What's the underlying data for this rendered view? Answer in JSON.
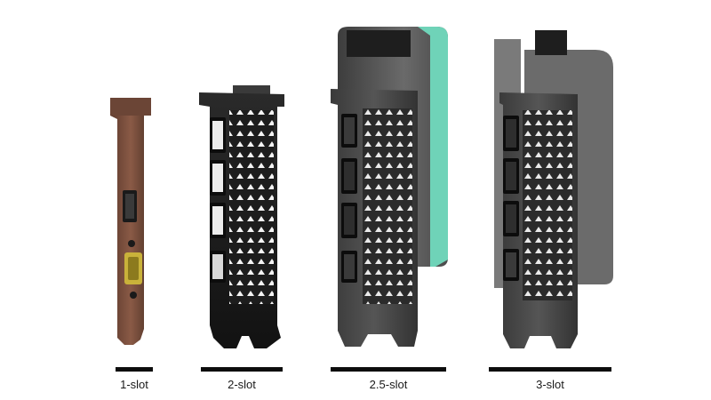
{
  "colors": {
    "background": "#ffffff",
    "bracket_dark": "#1b1b1b",
    "bracket_mid": "#4a4a4a",
    "shroud_grey": "#6a6a6a",
    "accent_teal": "#6fd3b8",
    "bracket_copper": "#8a5a46",
    "vga_connector": "#c9b23a",
    "slot_bar": "#0d0d0d"
  },
  "cards": [
    {
      "label": "1-slot",
      "ports": [
        "hdmi-port",
        "vga-port"
      ]
    },
    {
      "label": "2-slot",
      "ports": [
        "displayport",
        "displayport",
        "displayport",
        "hdmi-port"
      ]
    },
    {
      "label": "2.5-slot",
      "ports": [
        "hdmi-port",
        "displayport",
        "displayport",
        "hdmi-port"
      ]
    },
    {
      "label": "3-slot",
      "ports": [
        "displayport",
        "displayport",
        "displayport",
        "hdmi-port"
      ]
    }
  ]
}
